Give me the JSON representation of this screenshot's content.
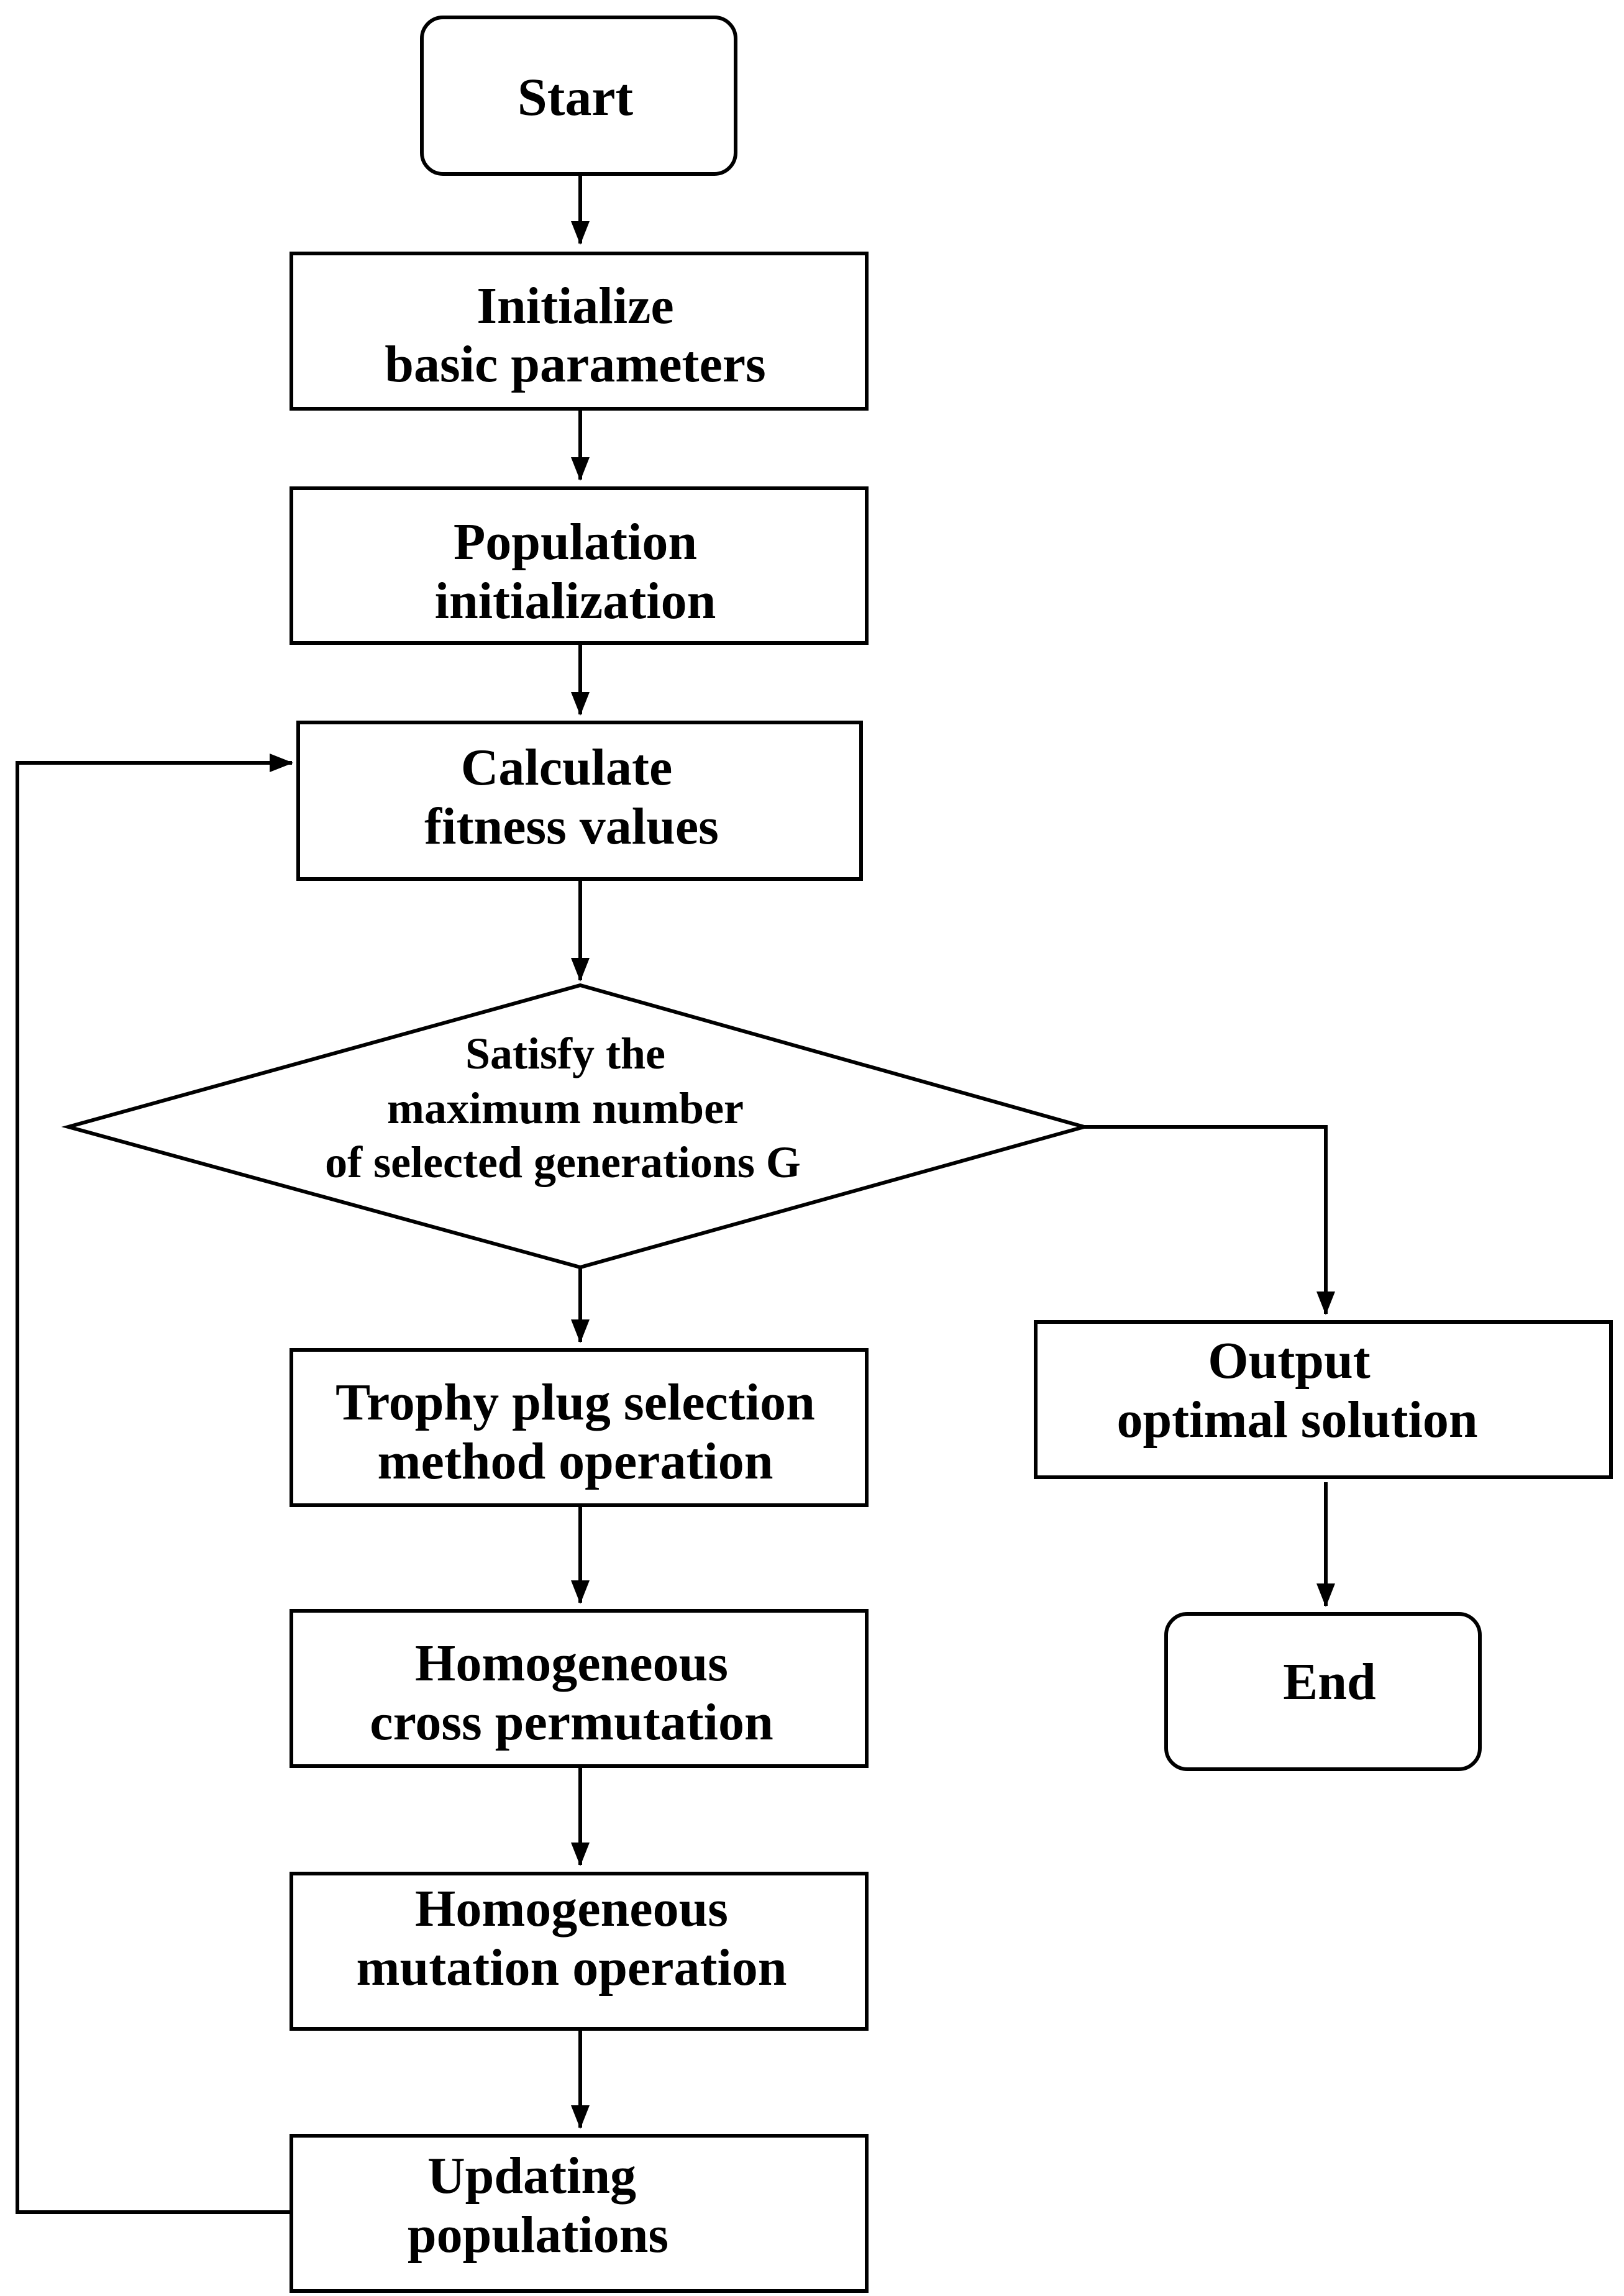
{
  "flowchart": {
    "nodes": {
      "start": {
        "shape": "terminal",
        "lines": [
          "Start"
        ]
      },
      "init_params": {
        "shape": "process",
        "lines": [
          "Initialize",
          "basic parameters"
        ]
      },
      "pop_init": {
        "shape": "process",
        "lines": [
          "Population",
          "initialization"
        ]
      },
      "fitness": {
        "shape": "process",
        "lines": [
          "Calculate",
          "fitness values"
        ]
      },
      "decision": {
        "shape": "decision",
        "lines": [
          "Satisfy the",
          "maximum number",
          "of selected generations G"
        ]
      },
      "selection": {
        "shape": "process",
        "lines": [
          "Trophy plug selection",
          "method operation"
        ]
      },
      "crossover": {
        "shape": "process",
        "lines": [
          "Homogeneous",
          "cross permutation"
        ]
      },
      "mutation": {
        "shape": "process",
        "lines": [
          "Homogeneous",
          "mutation operation"
        ]
      },
      "update": {
        "shape": "process",
        "lines": [
          "Updating",
          "populations"
        ]
      },
      "output": {
        "shape": "process",
        "lines": [
          "Output",
          "optimal solution"
        ]
      },
      "end": {
        "shape": "terminal",
        "lines": [
          "End"
        ]
      }
    },
    "edges": [
      {
        "from": "start",
        "to": "init_params"
      },
      {
        "from": "init_params",
        "to": "pop_init"
      },
      {
        "from": "pop_init",
        "to": "fitness"
      },
      {
        "from": "fitness",
        "to": "decision"
      },
      {
        "from": "decision",
        "to": "selection"
      },
      {
        "from": "decision",
        "to": "output"
      },
      {
        "from": "selection",
        "to": "crossover"
      },
      {
        "from": "crossover",
        "to": "mutation"
      },
      {
        "from": "mutation",
        "to": "update"
      },
      {
        "from": "update",
        "to": "fitness"
      },
      {
        "from": "output",
        "to": "end"
      }
    ]
  }
}
